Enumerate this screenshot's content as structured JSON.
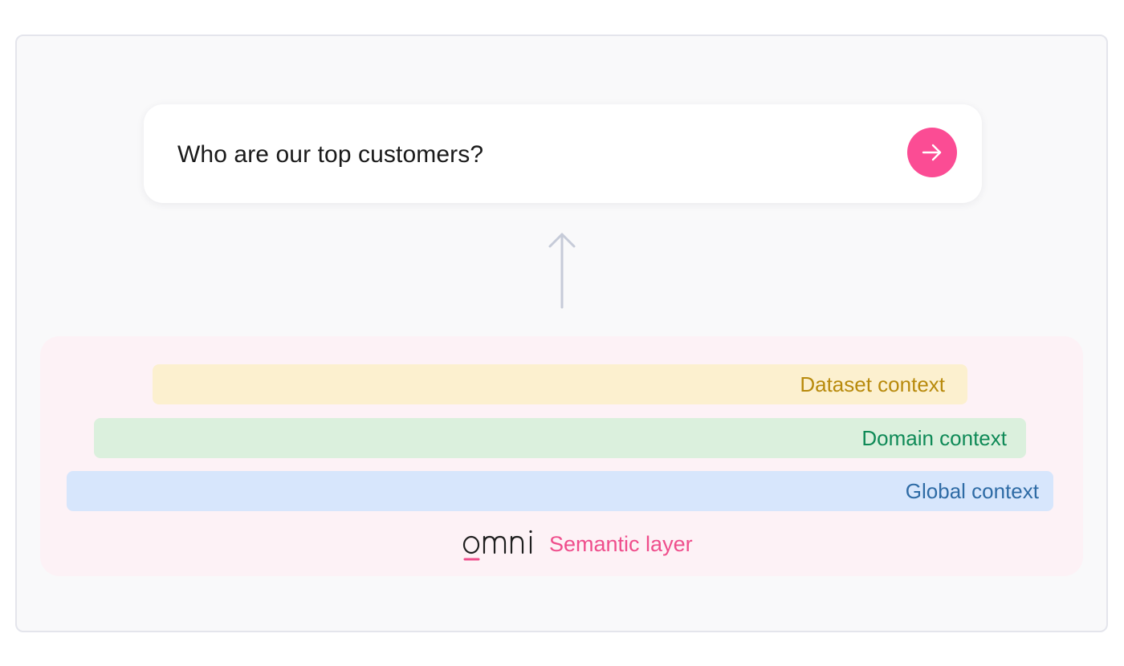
{
  "prompt": {
    "text": "Who are our top customers?",
    "submit_icon": "arrow-right-icon",
    "accent_color": "#fb4c94"
  },
  "flow": {
    "arrow_icon": "arrow-up-icon"
  },
  "semantic_layer": {
    "layers": [
      {
        "label": "Dataset context",
        "color": "#b88a0c",
        "background": "#fcf0cf"
      },
      {
        "label": "Domain context",
        "color": "#0f8a57",
        "background": "#dbf0dd"
      },
      {
        "label": "Global context",
        "color": "#2e6ba5",
        "background": "#d7e6fc"
      }
    ],
    "brand": "omni",
    "label": "Semantic layer",
    "label_color": "#ef4e8c"
  }
}
